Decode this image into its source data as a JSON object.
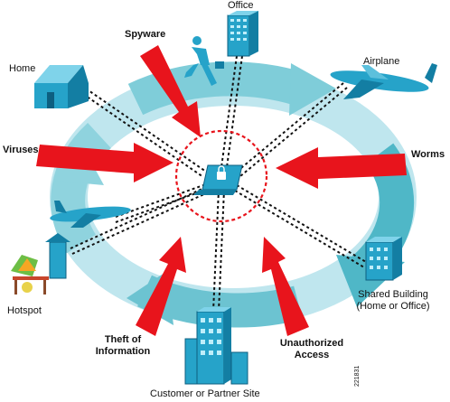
{
  "locations": {
    "office": "Office",
    "airplane": "Airplane",
    "home": "Home",
    "hotspot": "Hotspot",
    "shared_building_line1": "Shared Building",
    "shared_building_line2": "(Home or Office)",
    "customer_site": "Customer or Partner Site"
  },
  "threats": {
    "spyware": "Spyware",
    "viruses": "Viruses",
    "worms": "Worms",
    "theft_line1": "Theft of",
    "theft_line2": "Information",
    "unauth_line1": "Unauthorized",
    "unauth_line2": "Access"
  },
  "figure_number": "221831",
  "colors": {
    "ring_dark": "#4fb7c7",
    "ring_light": "#bfe6ee",
    "building": "#26a3c9",
    "building_dark": "#137ea3",
    "threat_arrow": "#e8141c",
    "perimeter": "#e8141c",
    "cable": "#111111"
  },
  "icons": [
    "office-building-icon",
    "running-person-icon",
    "airplane-icon",
    "home-icon",
    "laptop-lock-icon",
    "hotspot-cafe-icon",
    "shared-building-icon",
    "customer-building-icon"
  ]
}
